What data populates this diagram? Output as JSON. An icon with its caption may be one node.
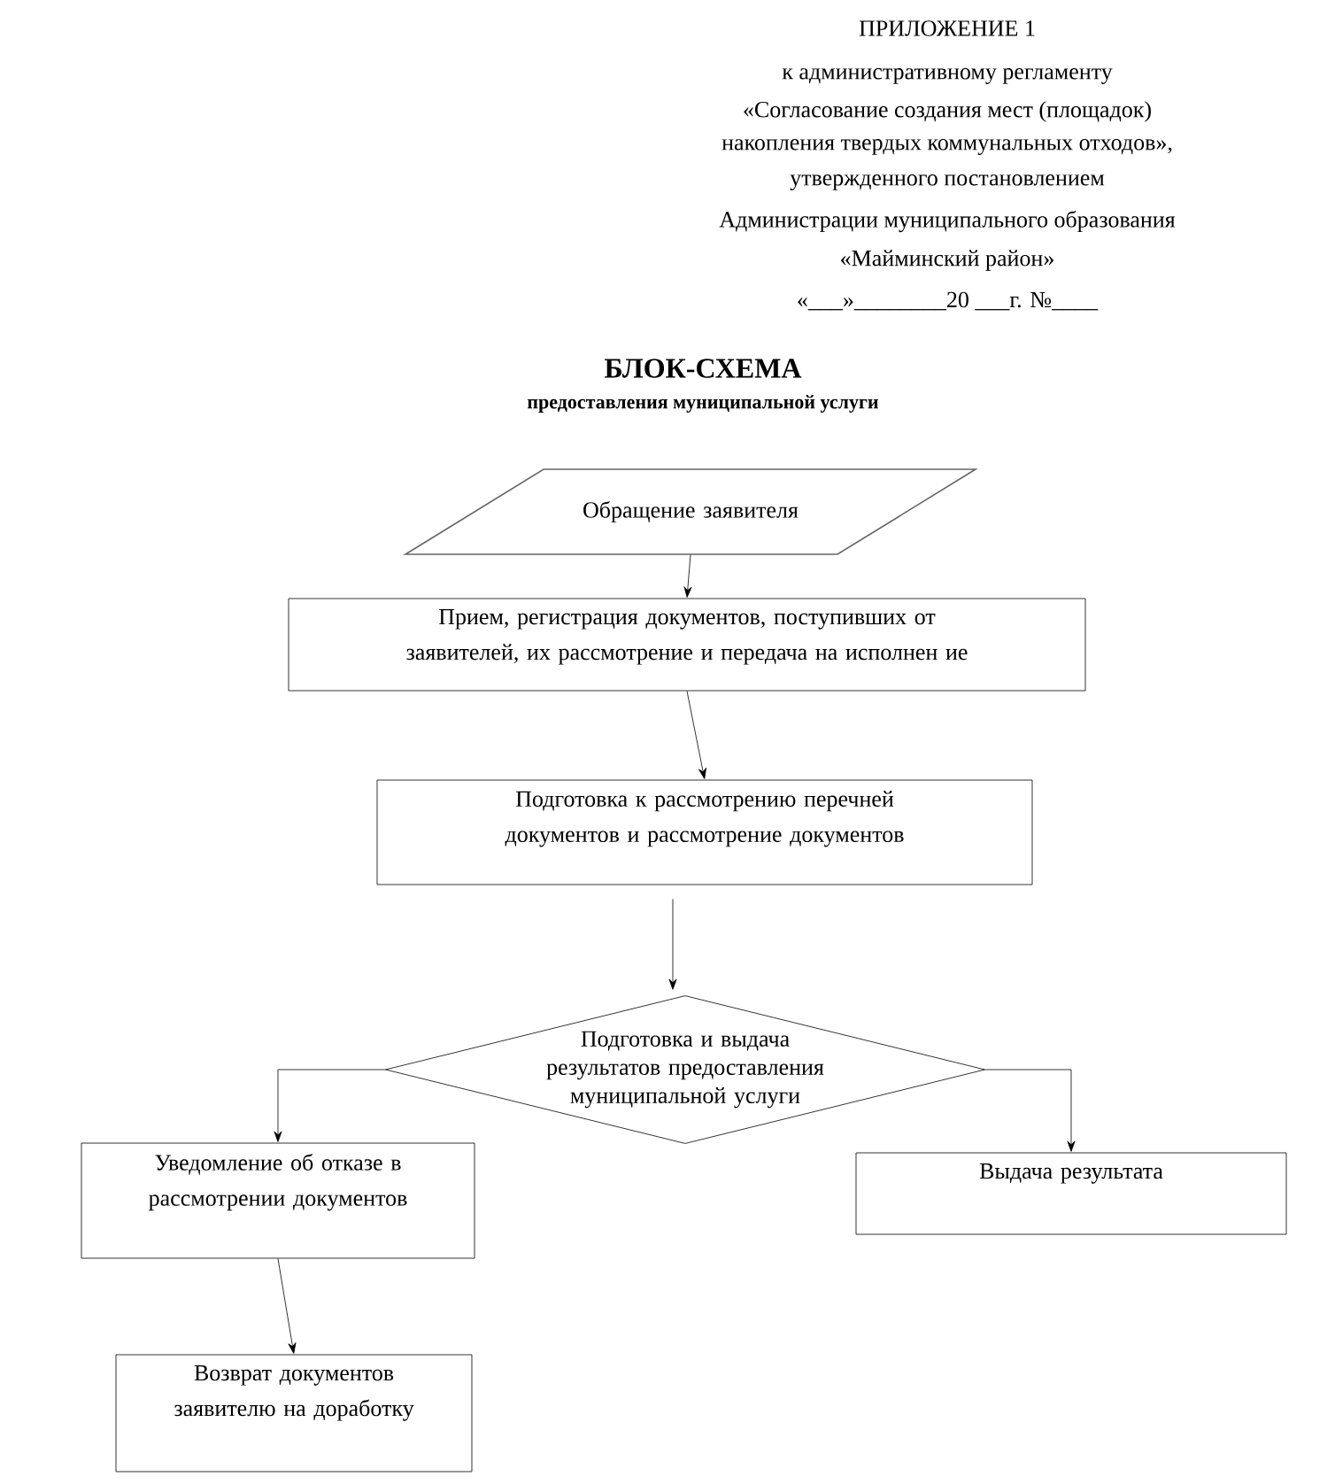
{
  "diagram": {
    "title": "БЛОК-СХЕМА",
    "nodes": [
      {
        "text": [
          "Обращение заявителя"
        ]
      },
      {
        "text": [
          "Прием, регистрация документов, поступивших от заявителей, их рассмотрение и передача на исполнен ие"
        ]
      },
      {
        "text": [
          "Подготовка к рассмотрению перечней документов и рассмотрение документов"
        ]
      },
      {
        "text": [
          "Подготовка и выдача результатов предоставления муниципальной услуги"
        ]
      },
      {
        "text": [
          "Уведомление об отказе в рассмотрении документов"
        ]
      },
      {
        "text": [
          "Выдача результата"
        ]
      },
      {
        "text": [
          "Возврат документов заявителю на доработку"
        ]
      }
    ],
    "edges": [
      {
        "from": 0,
        "to": 1,
        "arrow": "to"
      },
      {
        "from": 1,
        "to": 2,
        "arrow": "to"
      },
      {
        "from": 2,
        "to": 3,
        "arrow": "to"
      },
      {
        "from": 3,
        "to": 4,
        "arrow": "to"
      },
      {
        "from": 3,
        "to": 5,
        "arrow": "to"
      },
      {
        "from": 4,
        "to": 6,
        "arrow": "to"
      }
    ],
    "labels": [
      "ПРИЛОЖЕНИЕ  1",
      "к административному регламенту",
      "«Согласование создания мест (площадок)",
      "накопления твердых коммунальных отходов»,",
      "утвержденного постановлением",
      "Администрации муниципального образования",
      "«Майминский район»",
      "«___»________20 ___г. №____",
      "предоставления муниципальной услуги"
    ]
  }
}
